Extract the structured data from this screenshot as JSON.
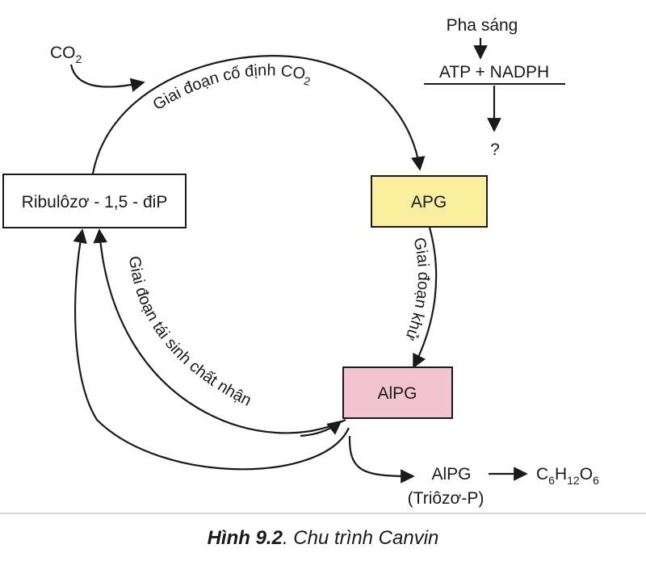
{
  "diagram": {
    "co2_in": {
      "base": "CO",
      "sub": "2"
    },
    "light_phase": "Pha sáng",
    "atp_nadph": "ATP + NADPH",
    "question": "?",
    "boxes": {
      "ribulose": "Ribulôzơ - 1,5 - điP",
      "apg": "APG",
      "alpg": "AlPG"
    },
    "stages": {
      "fixation": {
        "text": "Giai đoạn cố định CO",
        "sub": "2"
      },
      "reduction": "Giai đoạn khử",
      "regeneration": "Giai đoạn tái sinh chất nhận"
    },
    "output": {
      "alpg": "AlPG",
      "note": "(Triôzơ-P)",
      "glucose": {
        "c": "C",
        "c_n": "6",
        "h": "H",
        "h_n": "12",
        "o": "O",
        "o_n": "6"
      }
    },
    "colors": {
      "apg": "#f8ee9e",
      "alpg": "#f2c4d1"
    }
  },
  "caption": {
    "label": "Hình 9.2",
    "sep": ".",
    "title": " Chu trình Canvin"
  }
}
